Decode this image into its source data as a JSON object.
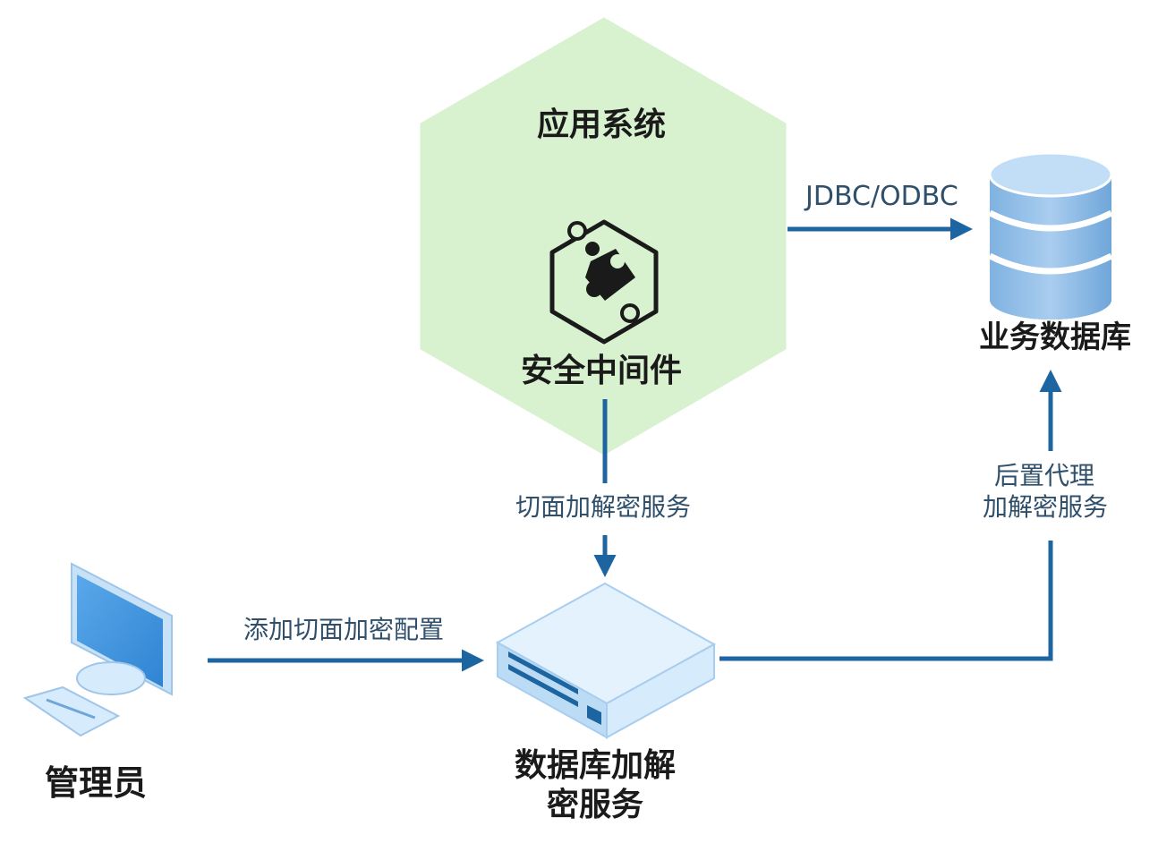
{
  "nodes": {
    "app_system": {
      "label": "应用系统"
    },
    "middleware": {
      "label": "安全中间件"
    },
    "business_db": {
      "label": "业务数据库"
    },
    "admin": {
      "label": "管理员"
    },
    "crypto_service": {
      "label_line1": "数据库加解",
      "label_line2": "密服务"
    }
  },
  "edges": {
    "jdbc": {
      "label": "JDBC/ODBC"
    },
    "aspect_service": {
      "label": "切面加解密服务"
    },
    "proxy_service": {
      "label_line1": "后置代理",
      "label_line2": "加解密服务"
    },
    "config": {
      "label": "添加切面加密配置"
    }
  },
  "colors": {
    "hexagon_fill": "#d8f1cf",
    "arrow": "#1c65a0",
    "db_blue": "#8cbbe4",
    "server_light": "#d6ebfb",
    "monitor_blue": "#3e93dc"
  }
}
